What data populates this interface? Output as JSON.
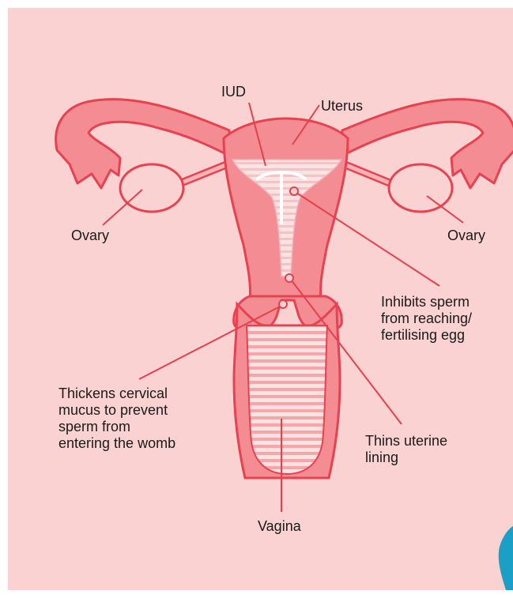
{
  "labels": {
    "iud": "IUD",
    "uterus": "Uterus",
    "ovary_left": "Ovary",
    "ovary_right": "Ovary",
    "vagina": "Vagina"
  },
  "annotations": {
    "inhibits": [
      "Inhibits sperm",
      "from reaching/",
      "fertilising egg"
    ],
    "thickens": [
      "Thickens cervical",
      "mucus to prevent",
      "sperm from",
      "entering the womb"
    ],
    "thins": [
      "Thins uterine",
      "lining"
    ]
  },
  "colors": {
    "background": "#f9d2d1",
    "organ_outline": "#e8414f",
    "organ_fill": "#f38d93",
    "organ_inner": "#f6b3b5",
    "cavity": "#fde6e6",
    "leader_line": "#e4404d",
    "accent_teal": "#1aa0c6"
  }
}
